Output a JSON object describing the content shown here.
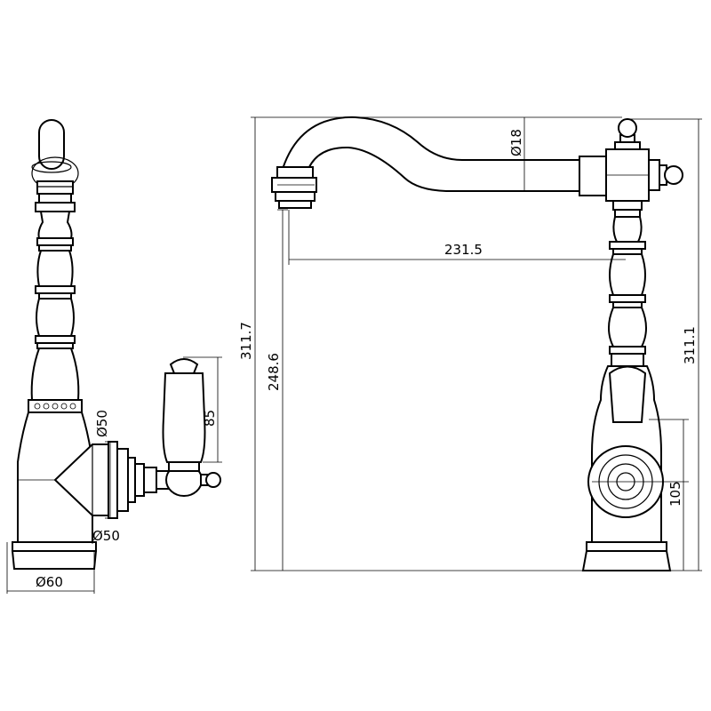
{
  "dimensions": {
    "side_outlet_diameter": "Ø50",
    "side_handle_diameter": "Ø50",
    "base_diameter": "Ø60",
    "handle_height": "85",
    "total_height_left": "311.7",
    "spout_outlet_height": "248.6",
    "spout_reach": "231.5",
    "spout_pipe_diameter": "Ø18",
    "total_height_right": "311.1",
    "handle_axis_height": "105"
  }
}
